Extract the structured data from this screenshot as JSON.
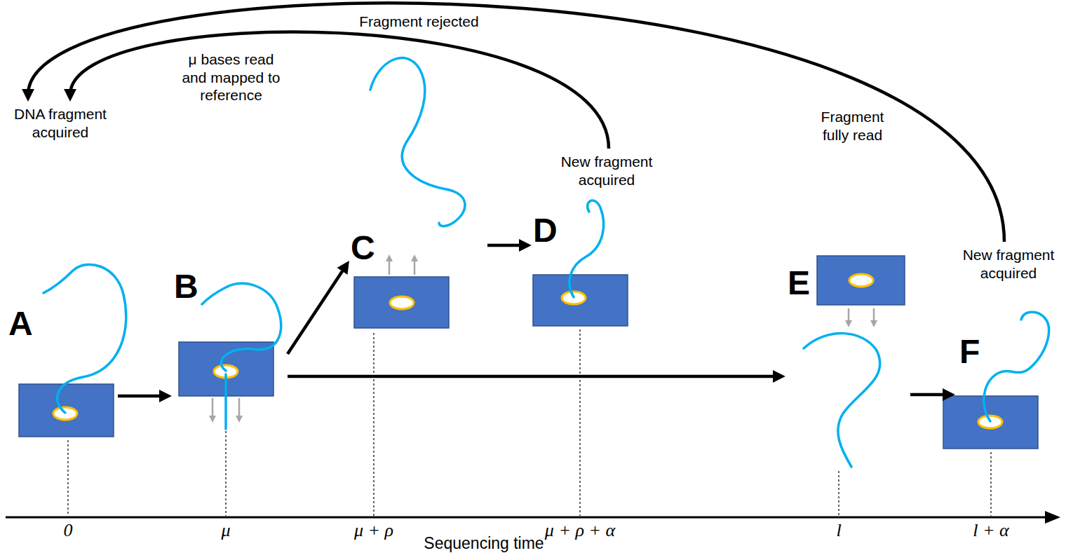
{
  "diagram": {
    "nodes": [
      {
        "text": [
          "A",
          "DNA fragment acquired"
        ]
      },
      {
        "text": [
          "B",
          "μ bases read and mapped to reference"
        ]
      },
      {
        "text": [
          "C",
          "Fragment rejected"
        ]
      },
      {
        "text": [
          "D",
          "New fragment acquired"
        ]
      },
      {
        "text": [
          "E",
          "Fragment fully read"
        ]
      },
      {
        "text": [
          "F",
          "New fragment acquired"
        ]
      }
    ],
    "edges": [
      {
        "from": 0,
        "to": 1,
        "arrow": "to"
      },
      {
        "from": 1,
        "to": 2,
        "arrow": "to"
      },
      {
        "from": 2,
        "to": 3,
        "arrow": "to"
      },
      {
        "from": 3,
        "to": 0,
        "arrow": "to"
      },
      {
        "from": 1,
        "to": 4,
        "arrow": "to"
      },
      {
        "from": 4,
        "to": 5,
        "arrow": "to"
      },
      {
        "from": 5,
        "to": 0,
        "arrow": "to"
      }
    ],
    "labels": [
      "0",
      "μ",
      "μ + ρ",
      "μ + ρ + α",
      "l",
      "l + α",
      "Sequencing time"
    ]
  }
}
